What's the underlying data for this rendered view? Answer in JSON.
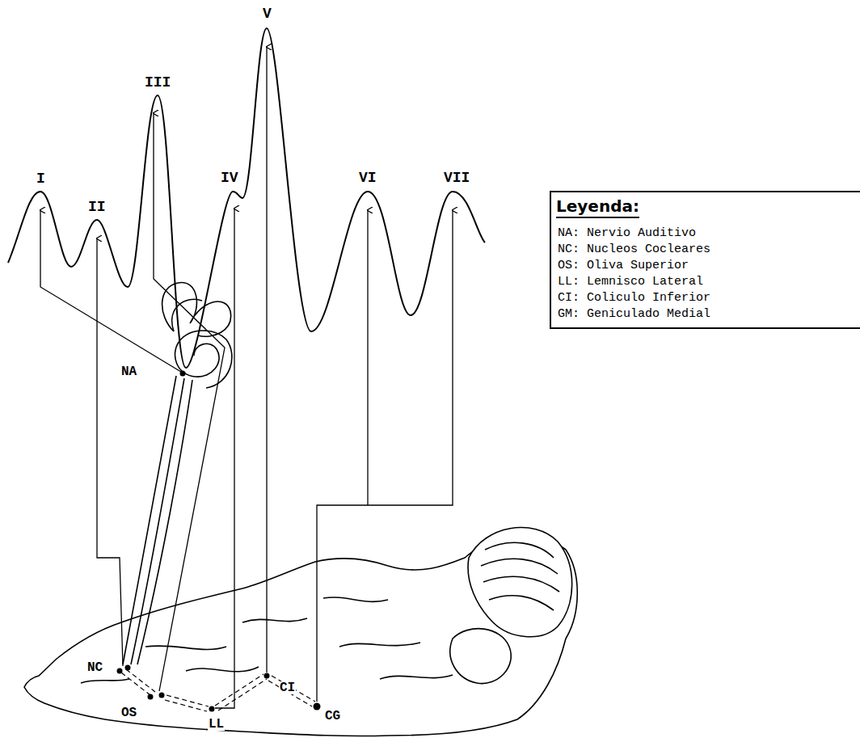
{
  "diagram": {
    "labels": [
      "I",
      "II",
      "III",
      "IV",
      "V",
      "VI",
      "VII",
      "NA",
      "NC",
      "OS",
      "LL",
      "CI",
      "CG",
      "Leyenda:"
    ],
    "legend": [
      {
        "text": "NA: Nervio Auditivo"
      },
      {
        "text": "NC: Nucleos Cocleares"
      },
      {
        "text": "OS: Oliva Superior"
      },
      {
        "text": "LL: Lemnisco Lateral"
      },
      {
        "text": "CI: Coliculo Inferior"
      },
      {
        "text": "GM: Geniculado Medial"
      }
    ]
  }
}
